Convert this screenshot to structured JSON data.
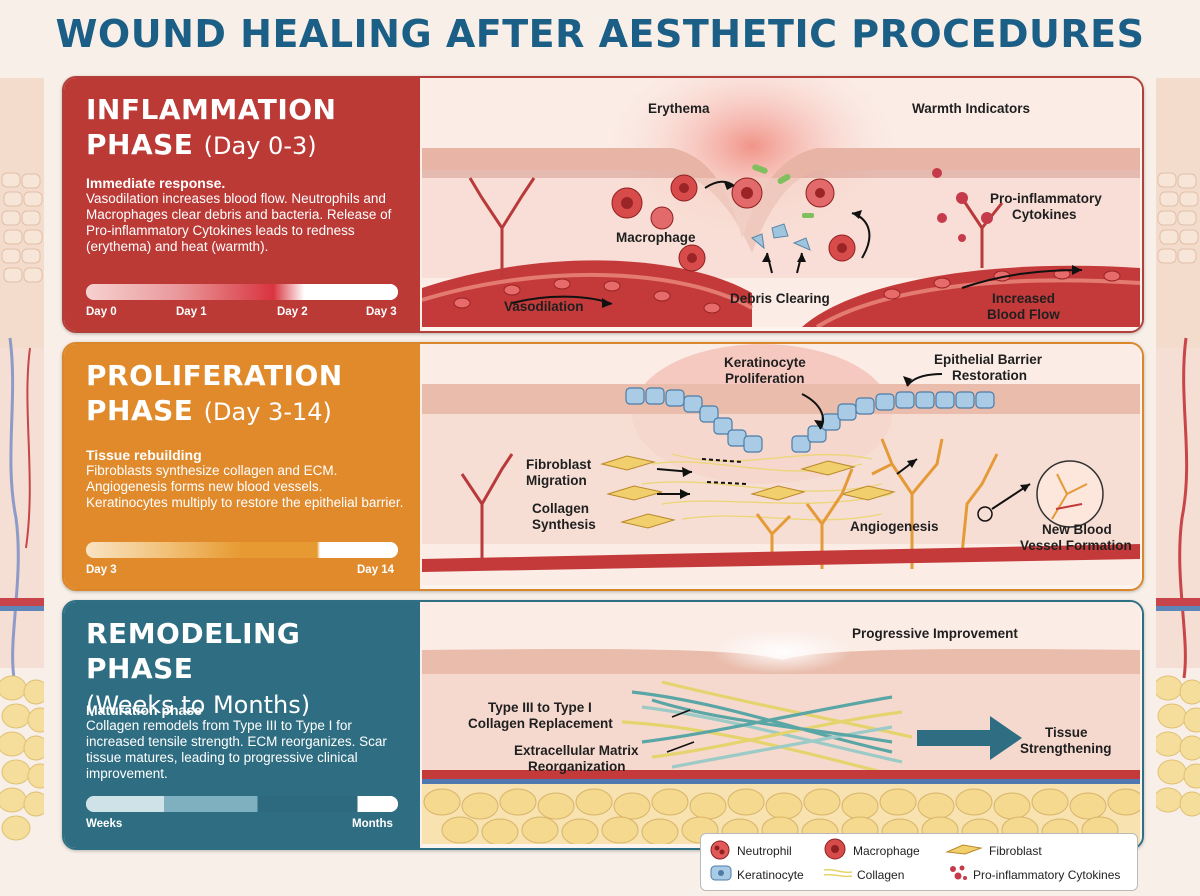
{
  "title": "WOUND HEALING AFTER AESTHETIC PROCEDURES",
  "colors": {
    "inflammation": "#bb3a36",
    "proliferation": "#e08a2c",
    "remodeling": "#2f6e82",
    "title": "#1b5e86"
  },
  "phases": [
    {
      "name": "INFLAMMATION",
      "name2": "PHASE",
      "days": "(Day 0-3)",
      "subtitle": "Immediate response.",
      "description": "Vasodilation increases blood flow. Neutrophils and Macrophages clear debris and bacteria. Release of Pro-inflammatory Cytokines leads to redness (erythema) and heat (warmth).",
      "ticks": [
        "Day 0",
        "Day 1",
        "Day 2",
        "Day 3"
      ],
      "labels": {
        "erythema": "Erythema",
        "warmth": "Warmth Indicators",
        "cytokines1": "Pro-inflammatory",
        "cytokines2": "Cytokines",
        "macrophage": "Macrophage",
        "debris": "Debris Clearing",
        "vasodilation": "Vasodilation",
        "flow1": "Increased",
        "flow2": "Blood Flow"
      }
    },
    {
      "name": "PROLIFERATION",
      "name2": "PHASE",
      "days": "(Day 3-14)",
      "subtitle": "Tissue rebuilding",
      "description": "Fibroblasts synthesize collagen and ECM. Angiogenesis forms new blood vessels. Keratinocytes multiply to restore the epithelial barrier.",
      "ticks": [
        "Day 3",
        "Day 14"
      ],
      "labels": {
        "kera1": "Keratinocyte",
        "kera2": "Proliferation",
        "barrier1": "Epithelial Barrier",
        "barrier2": "Restoration",
        "fibro1": "Fibroblast",
        "fibro2": "Migration",
        "coll1": "Collagen",
        "coll2": "Synthesis",
        "angio": "Angiogenesis",
        "vessel1": "New Blood",
        "vessel2": "Vessel Formation"
      }
    },
    {
      "name": "REMODELING PHASE",
      "name2": "",
      "days": "(Weeks to Months)",
      "subtitle": "Maturation phase",
      "description": "Collagen remodels from Type III to Type I for increased tensile strength. ECM reorganizes. Scar tissue matures, leading to progressive clinical improvement.",
      "ticks": [
        "Weeks",
        "Months"
      ],
      "labels": {
        "progress": "Progressive Improvement",
        "type1": "Type III to Type I",
        "type2": "Collagen Replacement",
        "ecm1": "Extracellular Matrix",
        "ecm2": "Reorganization",
        "tissue1": "Tissue",
        "tissue2": "Strengthening"
      }
    }
  ],
  "legend": [
    "Neutrophil",
    "Macrophage",
    "Fibroblast",
    "Keratinocyte",
    "Collagen",
    "Pro-inflammatory Cytokines"
  ],
  "icons": [
    "neutrophil-icon",
    "macrophage-icon",
    "fibroblast-icon",
    "keratinocyte-icon",
    "collagen-icon",
    "cytokine-icon",
    "arrow-icon"
  ]
}
